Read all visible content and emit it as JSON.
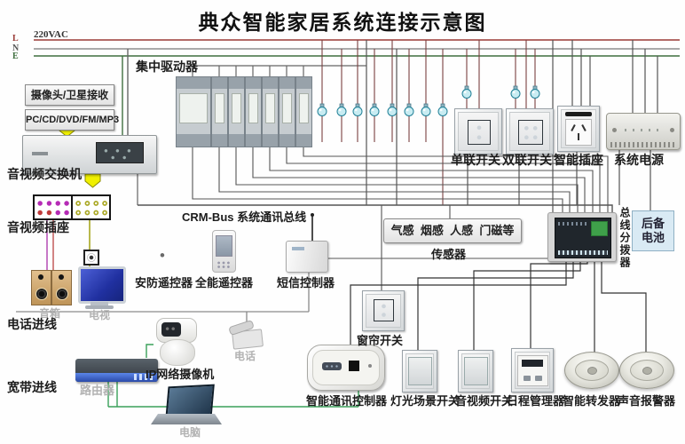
{
  "title": "典众智能家居系统连接示意图",
  "power": {
    "voltage": "220VAC",
    "line_l": "L",
    "line_n": "N",
    "line_e": "E"
  },
  "labels": {
    "camera_receiver": "摄像头/卫星接收",
    "pc_media": "PC/CD/DVD/FM/MP3",
    "av_switcher": "音视频交换机",
    "av_socket": "音视频插座",
    "speaker": "音箱",
    "tv": "电视",
    "phone_line_in": "电话进线",
    "broadband_in": "宽带进线",
    "router": "路由器",
    "ip_camera": "IP网络摄像机",
    "phone": "电话",
    "laptop": "电脑",
    "central_driver": "集中驱动器",
    "crm_bus": "CRM-Bus 系统通讯总线",
    "security_remote": "安防遥控器",
    "universal_remote": "全能遥控器",
    "sms_controller": "短信控制器",
    "sensor_types": "气感  烟感  人感  门磁等",
    "sensors": "传感器",
    "single_switch": "单联开关",
    "double_switch": "双联开关",
    "smart_socket": "智能插座",
    "system_power": "系统电源",
    "bus_splitter": "总线分拨器",
    "backup_battery": "后备电池",
    "curtain_switch": "窗帘开关",
    "comm_controller": "智能通讯控制器",
    "light_scene_switch": "灯光场景开关",
    "av_switch": "音视频开关",
    "schedule_manager": "日程管理器",
    "smart_repeater": "智能转发器",
    "sound_alarm": "声音报警器"
  },
  "colors": {
    "line_l": "#9a3a36",
    "line_n": "#8d8d8d",
    "line_e": "#3f6f3f",
    "bus_wire": "#555555",
    "network_wire": "#3aa05a",
    "av_wire_1": "#b040b0",
    "av_wire_2": "#c05050",
    "video_wire": "#9a9a00",
    "bulb": "#c8ecf2",
    "arrow": "#f0f000"
  }
}
